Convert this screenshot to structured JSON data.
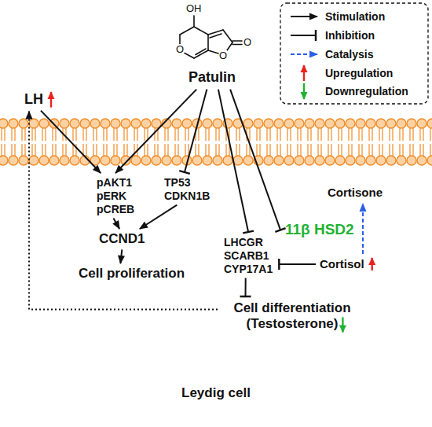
{
  "diagram": {
    "nodes": [
      {
        "text": [
          "Patulin"
        ]
      },
      {
        "text": [
          "LH"
        ]
      },
      {
        "text": [
          "pAKT1 pERK pCREB"
        ]
      },
      {
        "text": [
          "TP53 CDKN1B"
        ]
      },
      {
        "text": [
          "CCND1"
        ]
      },
      {
        "text": [
          "Cell proliferation"
        ]
      },
      {
        "text": [
          "LHCGR SCARB1 CYP17A1"
        ]
      },
      {
        "text": [
          "Cell differentiation (Testosterone)"
        ]
      },
      {
        "text": [
          "Cortisone"
        ]
      },
      {
        "text": [
          "11β HSD2"
        ]
      },
      {
        "text": [
          "Cortisol"
        ]
      }
    ],
    "edges": [
      {
        "from": 0,
        "to": 2,
        "arrow": "to"
      },
      {
        "from": 0,
        "to": 3,
        "arrow": "to"
      },
      {
        "from": 0,
        "to": 6,
        "arrow": "to"
      },
      {
        "from": 0,
        "to": 9,
        "arrow": "to"
      },
      {
        "from": 1,
        "to": 2,
        "arrow": "to"
      },
      {
        "from": 2,
        "to": 4,
        "arrow": "to"
      },
      {
        "from": 3,
        "to": 4,
        "arrow": "to"
      },
      {
        "from": 4,
        "to": 5,
        "arrow": "to"
      },
      {
        "from": 6,
        "to": 7,
        "arrow": "to"
      },
      {
        "from": 10,
        "to": 6,
        "arrow": "to"
      },
      {
        "from": 10,
        "to": 8,
        "arrow": "to"
      },
      {
        "from": 7,
        "to": 1,
        "arrow": "to"
      }
    ],
    "labels": [
      "OH",
      "O",
      "O",
      "O",
      "Leydig cell"
    ],
    "legend": [
      {
        "text": "Stimulation"
      },
      {
        "text": "Inhibition"
      },
      {
        "text": "Catalysis"
      },
      {
        "text": "Upregulation"
      },
      {
        "text": "Downregulation"
      }
    ]
  }
}
